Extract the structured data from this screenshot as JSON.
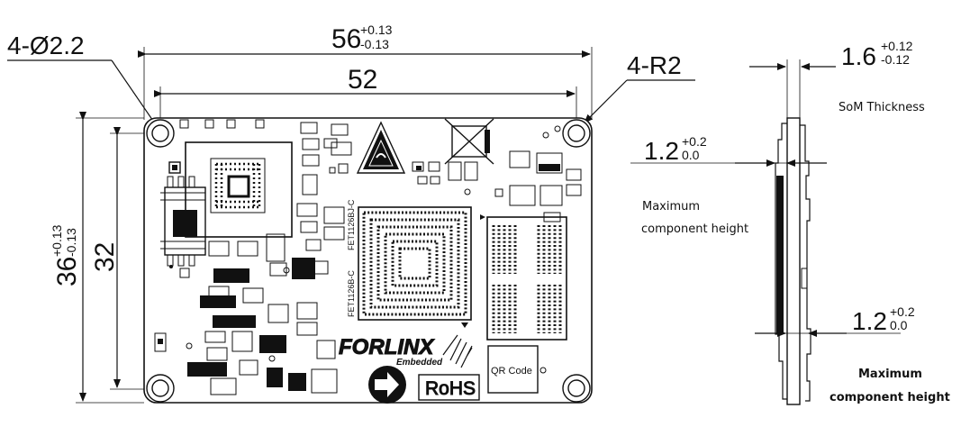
{
  "diagram": {
    "colors": {
      "ink": "#111111",
      "background": "#ffffff",
      "board": "#ffffff"
    },
    "dimensions": {
      "hole_diameter": "4-Ø2.2",
      "corner_radius": "4-R2",
      "width_total": {
        "main": "56",
        "plus": "+0.13",
        "minus": "-0.13"
      },
      "hole_span_x": "52",
      "height_total": {
        "main": "36",
        "plus": "+0.13",
        "minus": "-0.13"
      },
      "hole_span_y": "32",
      "thickness": {
        "main": "1.6",
        "plus": "+0.12",
        "minus": "-0.12"
      },
      "top_component": {
        "main": "1.2",
        "plus": "+0.2",
        "minus": "0.0"
      },
      "bottom_component": {
        "main": "1.2",
        "plus": "+0.2",
        "minus": "0.0"
      }
    },
    "labels": {
      "thickness_label": "SoM Thickness",
      "top_height_line1": "Maximum",
      "top_height_line2": "component height",
      "bottom_height_line1": "Maximum",
      "bottom_height_line2": "component height"
    },
    "silkscreen": {
      "brand": "FORLINX",
      "brand_sub": "Embedded",
      "qr": "QR Code",
      "rohs": "RoHS",
      "part_top": "FET1126BJ-C",
      "part_bottom": "FET1126B-C"
    }
  }
}
